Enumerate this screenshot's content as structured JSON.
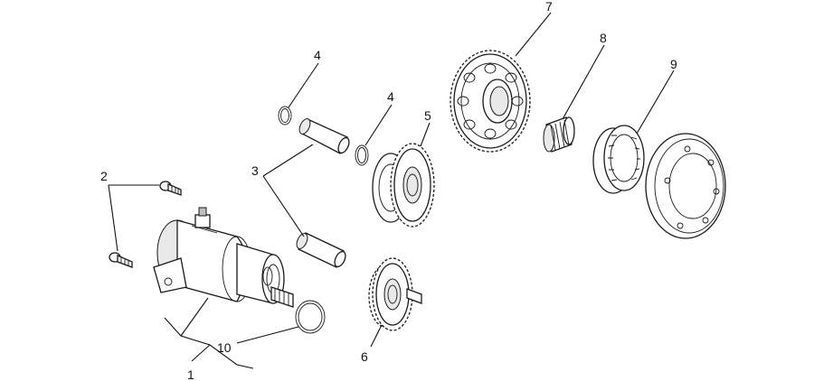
{
  "callouts": {
    "c1": "1",
    "c2": "2",
    "c3": "3",
    "c4a": "4",
    "c4b": "4",
    "c5": "5",
    "c6": "6",
    "c7": "7",
    "c8": "8",
    "c9": "9",
    "c10": "10"
  },
  "colors": {
    "line": "#1a1a1a",
    "background": "#ffffff"
  }
}
